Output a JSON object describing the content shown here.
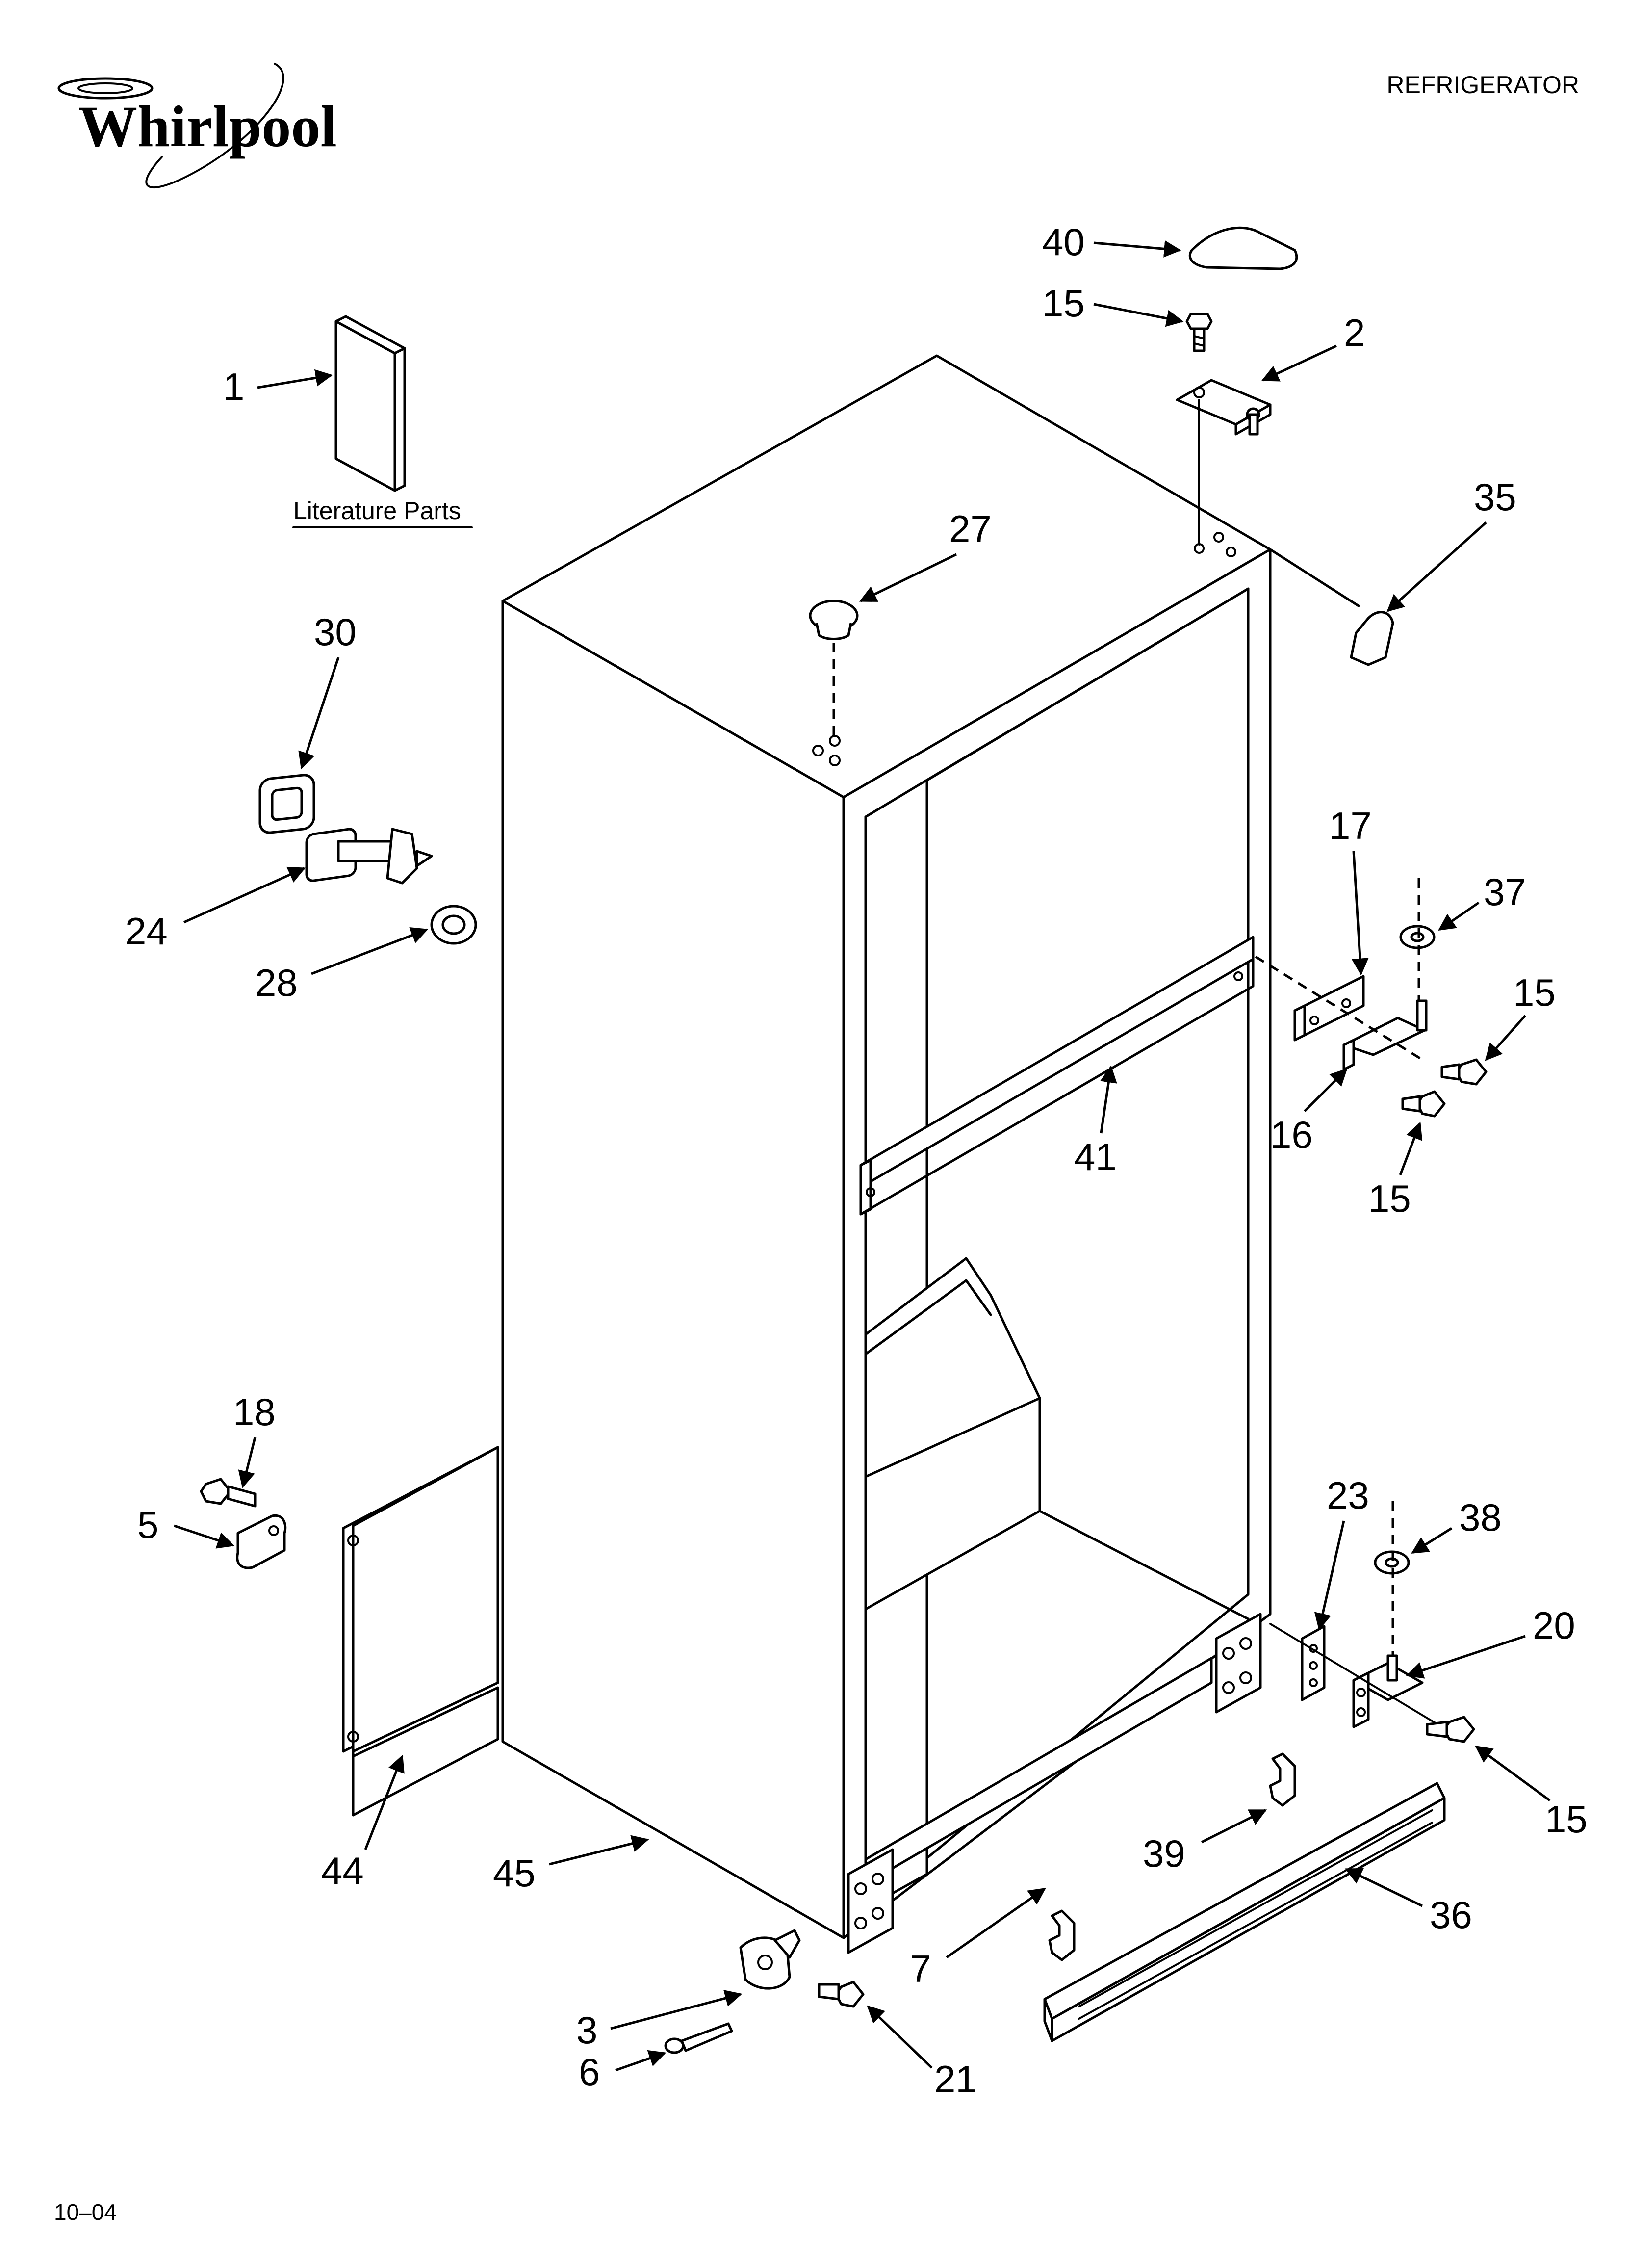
{
  "header": {
    "brand": "Whirlpool",
    "title": "REFRIGERATOR"
  },
  "footer": {
    "date_code": "10–04"
  },
  "diagram": {
    "literature_label": "Literature Parts",
    "callouts": [
      {
        "id": "c1",
        "label": "1"
      },
      {
        "id": "c2",
        "label": "2"
      },
      {
        "id": "c3",
        "label": "3"
      },
      {
        "id": "c5",
        "label": "5"
      },
      {
        "id": "c6",
        "label": "6"
      },
      {
        "id": "c7",
        "label": "7"
      },
      {
        "id": "c15a",
        "label": "15"
      },
      {
        "id": "c15b",
        "label": "15"
      },
      {
        "id": "c15c",
        "label": "15"
      },
      {
        "id": "c15d",
        "label": "15"
      },
      {
        "id": "c16",
        "label": "16"
      },
      {
        "id": "c17",
        "label": "17"
      },
      {
        "id": "c18",
        "label": "18"
      },
      {
        "id": "c20",
        "label": "20"
      },
      {
        "id": "c21",
        "label": "21"
      },
      {
        "id": "c23",
        "label": "23"
      },
      {
        "id": "c24",
        "label": "24"
      },
      {
        "id": "c27",
        "label": "27"
      },
      {
        "id": "c28",
        "label": "28"
      },
      {
        "id": "c30",
        "label": "30"
      },
      {
        "id": "c35",
        "label": "35"
      },
      {
        "id": "c36",
        "label": "36"
      },
      {
        "id": "c37",
        "label": "37"
      },
      {
        "id": "c38",
        "label": "38"
      },
      {
        "id": "c39",
        "label": "39"
      },
      {
        "id": "c40",
        "label": "40"
      },
      {
        "id": "c41",
        "label": "41"
      },
      {
        "id": "c44",
        "label": "44"
      },
      {
        "id": "c45",
        "label": "45"
      }
    ]
  }
}
